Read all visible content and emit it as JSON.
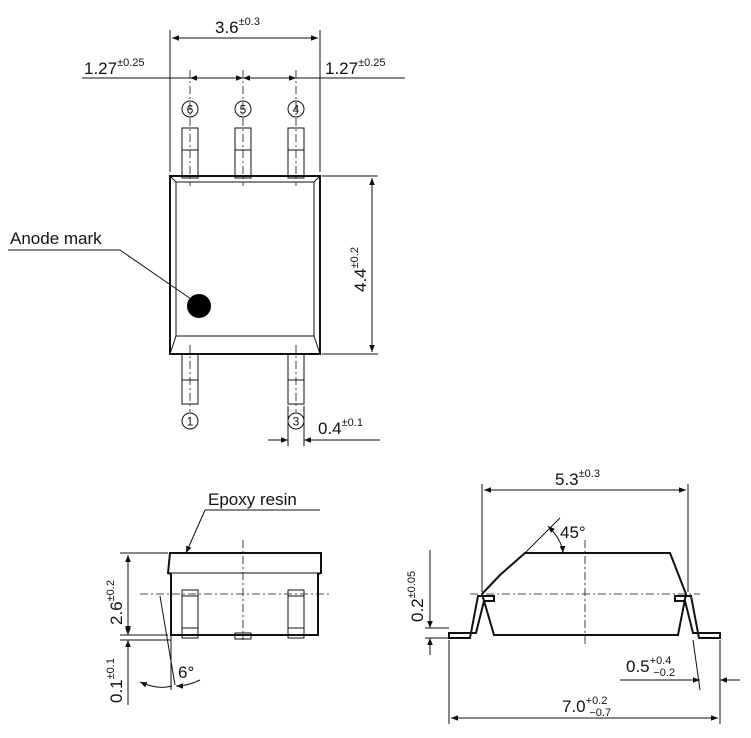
{
  "top_view": {
    "dims": {
      "width": {
        "value": "3.6",
        "tol": "±0.3"
      },
      "pitch_left": {
        "value": "1.27",
        "tol": "±0.25"
      },
      "pitch_right": {
        "value": "1.27",
        "tol": "±0.25"
      },
      "height": {
        "value": "4.4",
        "tol": "±0.2"
      },
      "lead_width": {
        "value": "0.4",
        "tol": "±0.1"
      }
    },
    "pins_top": [
      "6",
      "5",
      "4"
    ],
    "pins_bottom": [
      "1",
      "3"
    ],
    "anode_label": "Anode mark"
  },
  "side_view": {
    "epoxy_label": "Epoxy resin",
    "dims": {
      "height": {
        "value": "2.6",
        "tol": "±0.2"
      },
      "standoff": {
        "value": "0.1",
        "tol": "±0.1"
      },
      "angle": "6°"
    }
  },
  "end_view": {
    "dims": {
      "body_width": {
        "value": "5.3",
        "tol": "±0.3"
      },
      "lead_thickness": {
        "value": "0.2",
        "tol": "±0.05"
      },
      "angle": "45°",
      "foot": {
        "value": "0.5",
        "tol_plus": "+0.4",
        "tol_minus": "−0.2"
      },
      "overall": {
        "value": "7.0",
        "tol_plus": "+0.2",
        "tol_minus": "−0.7"
      }
    }
  }
}
